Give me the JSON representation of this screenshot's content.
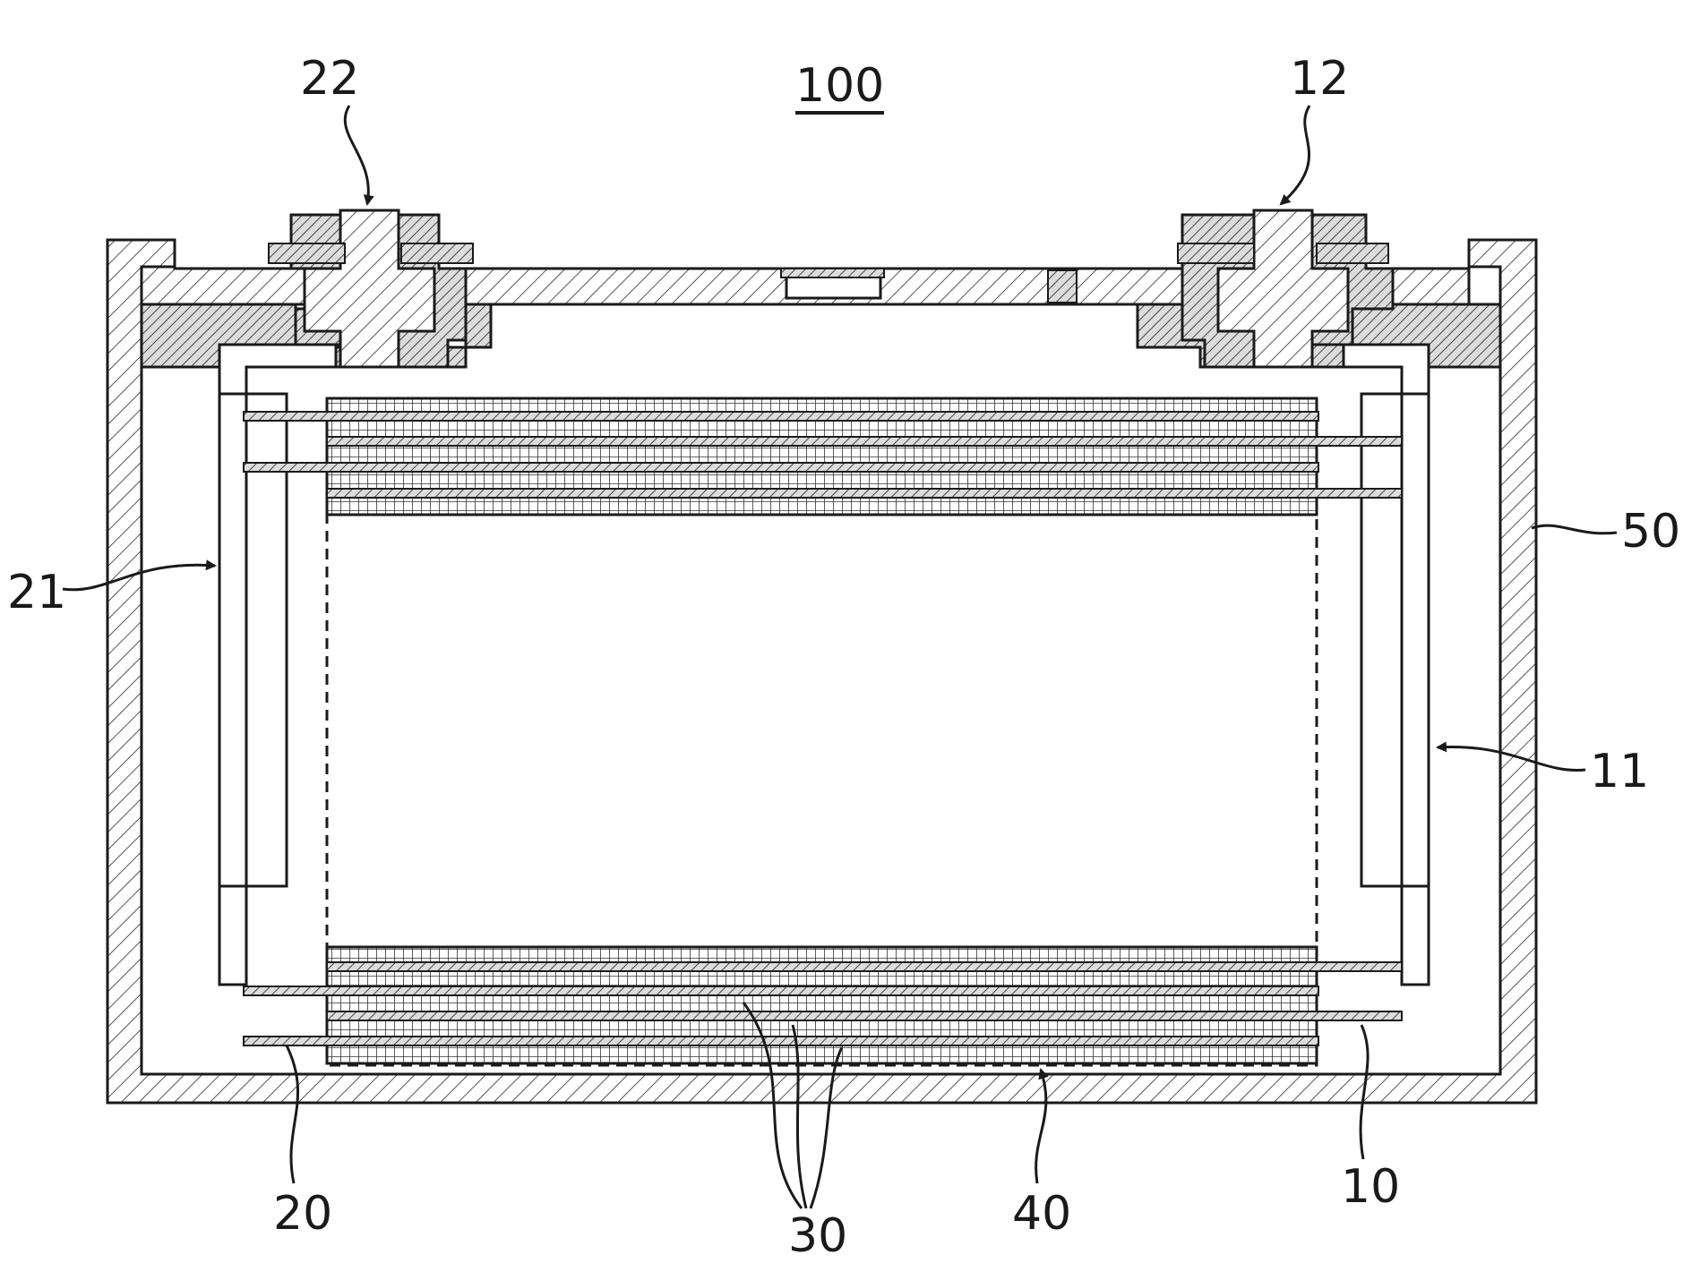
{
  "figure": {
    "ref_numerals": {
      "device": "100",
      "negative_terminal": "22",
      "positive_terminal": "12",
      "negative_lead": "21",
      "case": "50",
      "positive_lead": "11",
      "negative_electrode": "20",
      "separators": "30",
      "electrode_assembly": "40",
      "positive_electrode": "10"
    },
    "colors": {
      "line": "#1a1a1a",
      "hatch": "#555555",
      "background": "#ffffff"
    }
  }
}
